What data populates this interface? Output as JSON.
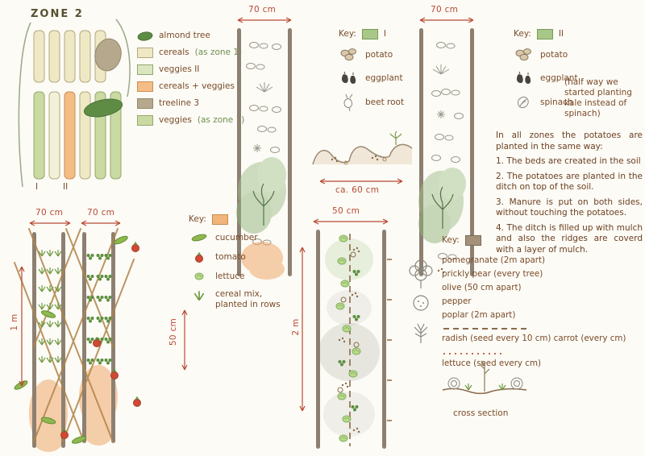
{
  "title": "ZONE 2",
  "colors": {
    "ink_brown": "#7b4b28",
    "measure_red": "#b94a32",
    "key_green": "#a9c887",
    "key_orange": "#f1b57b",
    "key_brown": "#a5907a",
    "legend_cereals": "#eee9c4",
    "legend_veggies2": "#dbe5c0",
    "legend_cereals_veggies": "#f4bd85",
    "legend_treeline": "#b6a88c",
    "legend_veggies_zone1": "#cbdaa2",
    "almond_green": "#5e8c44"
  },
  "map": {
    "roman_left": "I",
    "roman_right": "II",
    "legend": [
      {
        "label": "almond tree"
      },
      {
        "label": "cereals",
        "suffix": "(as zone 1)"
      },
      {
        "label": "veggies II"
      },
      {
        "label": "cereals + veggies"
      },
      {
        "label": "treeline 3"
      },
      {
        "label": "veggies",
        "suffix": "(as zone 1)"
      }
    ]
  },
  "bed_I": {
    "width_label": "70 cm"
  },
  "bed_II": {
    "width_label": "70 cm"
  },
  "key_I": {
    "label": "Key:",
    "zone": "I",
    "items": [
      "potato",
      "eggplant",
      "beet root"
    ]
  },
  "key_II": {
    "label": "Key:",
    "zone": "II",
    "items": [
      "potato",
      "eggplant",
      "spinach"
    ],
    "note": "(half way we started planting kale instead of spinach)"
  },
  "ditch_section": {
    "width_label": "ca. 60 cm"
  },
  "instructions": {
    "intro": "In all zones the potatoes are planted in the same way:",
    "steps": [
      "1. The beds are created in the soil",
      "2. The potatoes are planted in the ditch on top of the soil.",
      "3. Manure is put on both sides, without touching the potatoes.",
      "4. The ditch is filled up with mulch and also the ridges are coverd with a layer of mulch."
    ]
  },
  "trellis_beds": {
    "width_label_left": "70 cm",
    "width_label_right": "70 cm",
    "length_label": "1 m",
    "side_label": "50 cm"
  },
  "key_trellis": {
    "label": "Key:",
    "items": [
      "cucumber",
      "tomato",
      "lettuce",
      "cereal mix, planted in rows"
    ]
  },
  "hedge_bed": {
    "width_label": "50 cm",
    "length_label": "2 m"
  },
  "key_hedge": {
    "label": "Key:",
    "items": [
      "pomegranate (2m apart)",
      "prickly pear (every tree)",
      "olive (50 cm apart)",
      "pepper",
      "poplar (2m apart)",
      "radish (seed every 10 cm) carrot (every cm)",
      "lettuce (seed every cm)"
    ]
  },
  "cross_section_label": "cross section"
}
